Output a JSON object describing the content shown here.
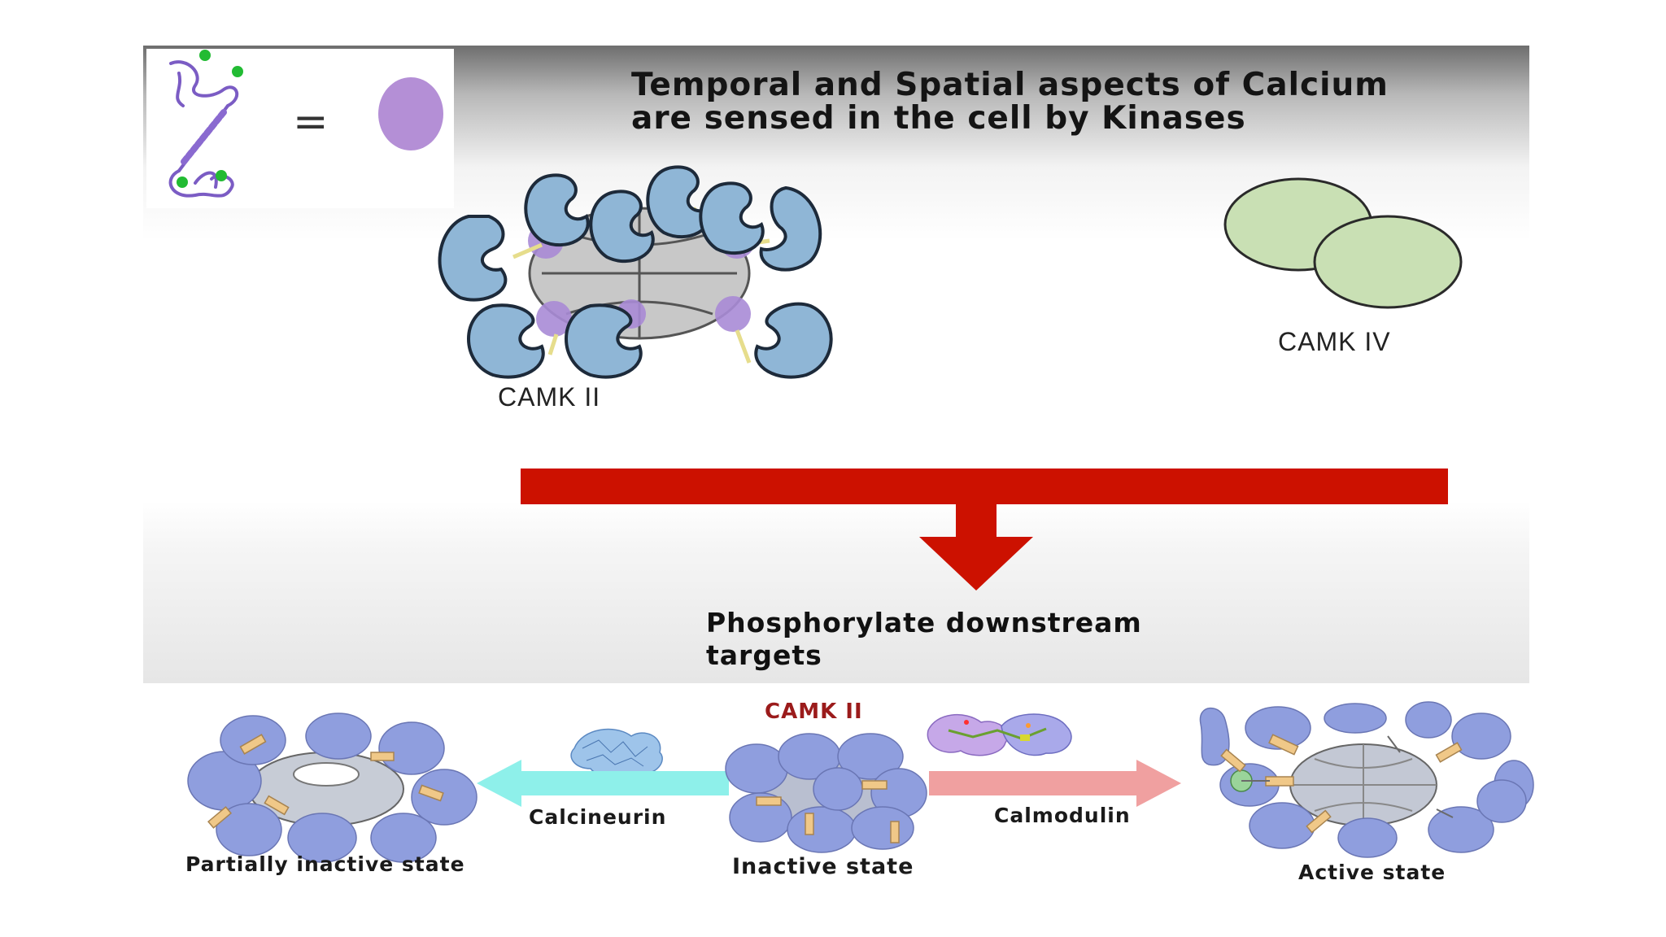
{
  "slide": {
    "title_line1": "Temporal and Spatial aspects of Calcium",
    "title_line2": "are sensed in the cell by Kinases",
    "legend_equals": "=",
    "camk2_label": "CAMK II",
    "camk4_label": "CAMK IV",
    "outcome_line1": "Phosphorylate downstream",
    "outcome_line2": "targets"
  },
  "bottom": {
    "center_title": "CAMK II",
    "left_arrow_label": "Calcineurin",
    "right_arrow_label": "Calmodulin",
    "left_state": "Partially inactive state",
    "center_state": "Inactive state",
    "right_state": "Active state"
  },
  "colors": {
    "kinase_subunit": "#8fb6d6",
    "calmodulin_blob": "#b48fd6",
    "camk4_circle": "#c9e0b4",
    "arrow_red": "#cc1100",
    "arrow_cyan": "#8ef0ea",
    "arrow_pink": "#f0a0a0",
    "state_subunit": "#8f9ede",
    "camk2_title_red": "#9b1b1b"
  },
  "icons": [
    "calmodulin-structure-icon",
    "calcineurin-structure-icon",
    "calmodulin-bound-structure-icon"
  ]
}
